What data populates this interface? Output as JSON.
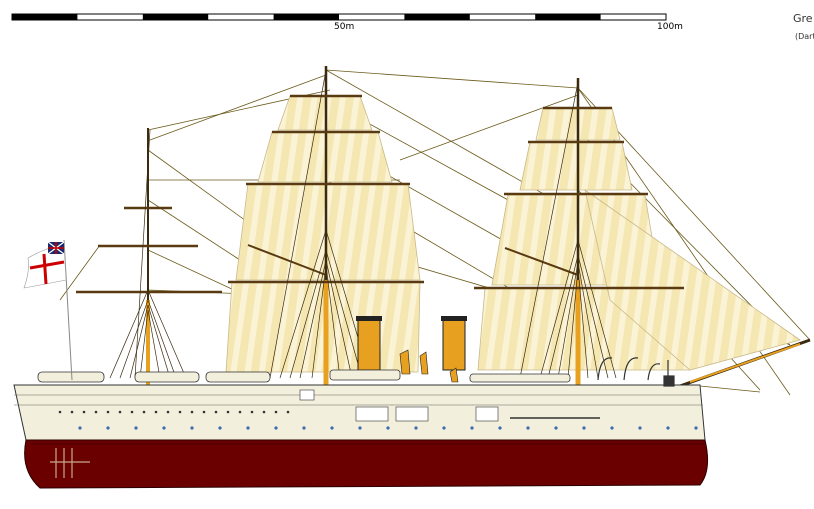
{
  "scale_bar": {
    "label_mid": "50m",
    "label_end": "100m",
    "fill_color": "#000000",
    "gap_color": "#ffffff"
  },
  "caption": {
    "title": "Gre",
    "subtitle": "(Dart"
  },
  "ship": {
    "hull_color": "#6b0000",
    "topside_color": "#f2efdc",
    "sail_color": "#f5e7b2",
    "sail_stripe_color": "#fbf3d6",
    "mast_color": "#3a2a10",
    "funnel_color": "#e8a020",
    "yard_color": "#5a3a10",
    "rigging_color": "#6b5a1a",
    "ensign": "white-ensign-flag-icon"
  }
}
